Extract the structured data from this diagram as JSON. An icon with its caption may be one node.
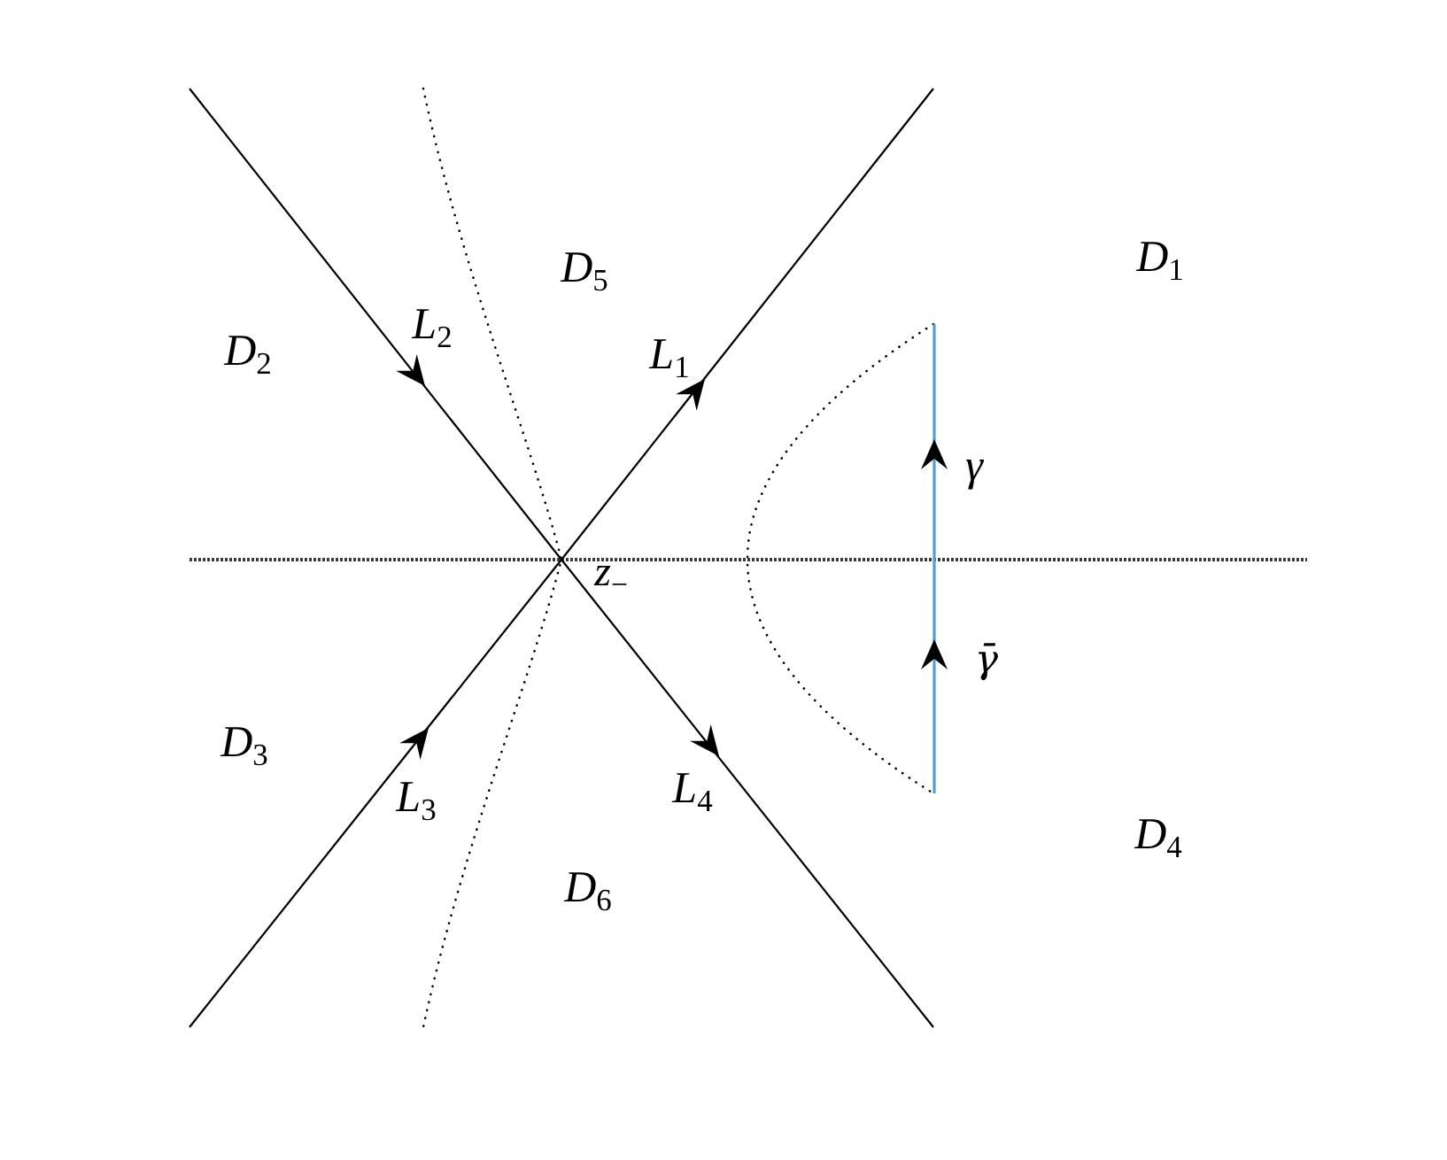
{
  "diagram": {
    "labels": [
      "D$_{1}$",
      "D$_{5}$",
      "L$_{2}$",
      "D$_{2}$",
      "L$_{1}$",
      "γ",
      "z$_{−}$",
      "γ̄",
      "D$_{3}$",
      "L$_{4}$",
      "L$_{3}$",
      "D$_{4}$",
      "D$_{6}$"
    ]
  }
}
